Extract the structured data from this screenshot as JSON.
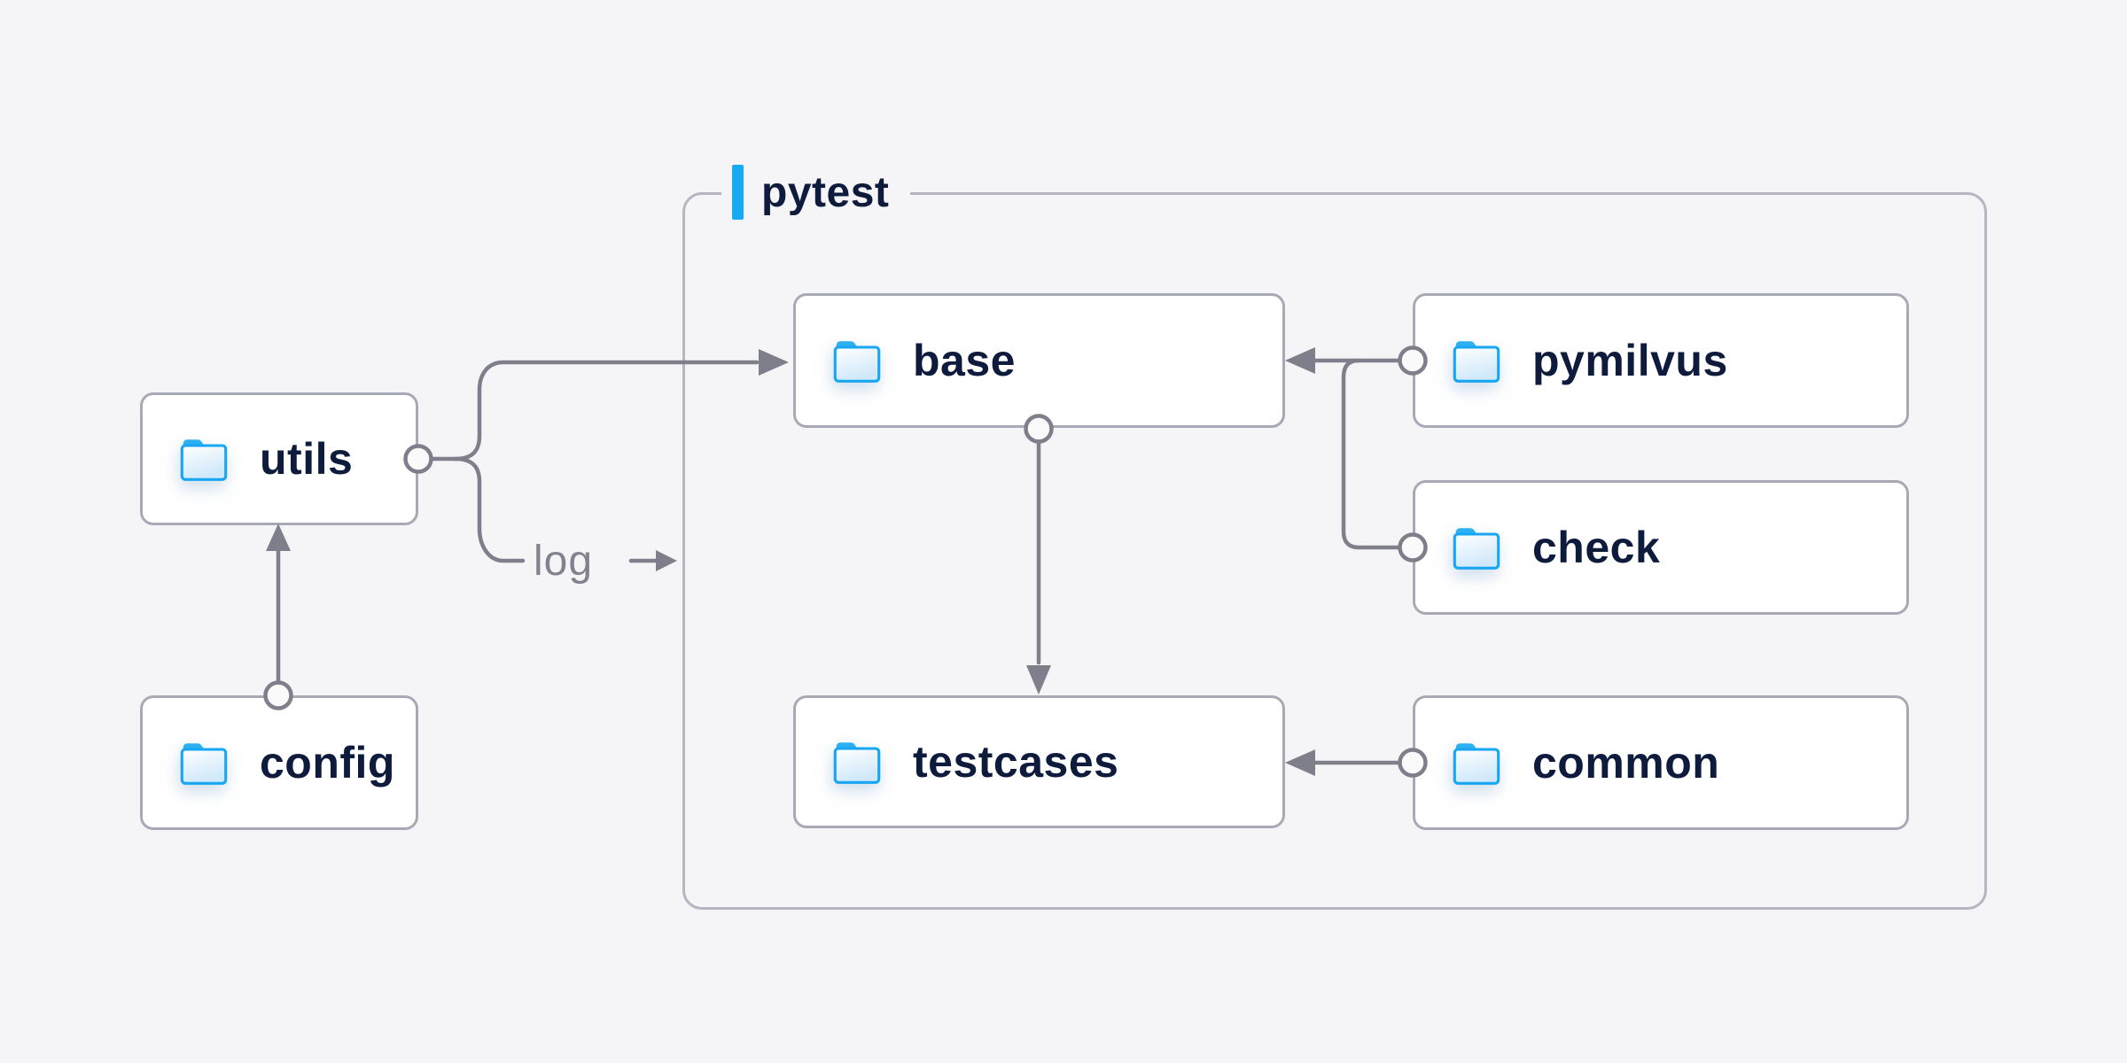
{
  "diagram": {
    "group": {
      "label": "pytest"
    },
    "edge_label": "log",
    "nodes": [
      {
        "id": "utils",
        "label": "utils",
        "icon": "folder-icon"
      },
      {
        "id": "config",
        "label": "config",
        "icon": "folder-icon"
      },
      {
        "id": "base",
        "label": "base",
        "icon": "folder-icon"
      },
      {
        "id": "pymilvus",
        "label": "pymilvus",
        "icon": "folder-icon"
      },
      {
        "id": "check",
        "label": "check",
        "icon": "folder-icon"
      },
      {
        "id": "testcases",
        "label": "testcases",
        "icon": "folder-icon"
      },
      {
        "id": "common",
        "label": "common",
        "icon": "folder-icon"
      }
    ],
    "edges": [
      {
        "from": "config",
        "to": "utils",
        "style": "arrow-up"
      },
      {
        "from": "utils",
        "to": "base",
        "style": "fork-arrow-right"
      },
      {
        "from": "utils",
        "to": "log",
        "style": "fork-label-arrow"
      },
      {
        "from": "pymilvus",
        "to": "base",
        "style": "arrow-left"
      },
      {
        "from": "check",
        "to": "base",
        "style": "merge-into-pymilvus-line"
      },
      {
        "from": "base",
        "to": "testcases",
        "style": "arrow-down"
      },
      {
        "from": "common",
        "to": "testcases",
        "style": "arrow-left"
      }
    ],
    "colors": {
      "background": "#f5f5f7",
      "box_bg": "#ffffff",
      "box_border": "#a8a9b6",
      "group_border": "#b5b6c2",
      "line": "#7f7f8c",
      "accent_blue": "#15aaf2",
      "folder_blue": "#17a6f1",
      "text_dark": "#0e1b3c",
      "text_muted": "#82828e"
    }
  }
}
